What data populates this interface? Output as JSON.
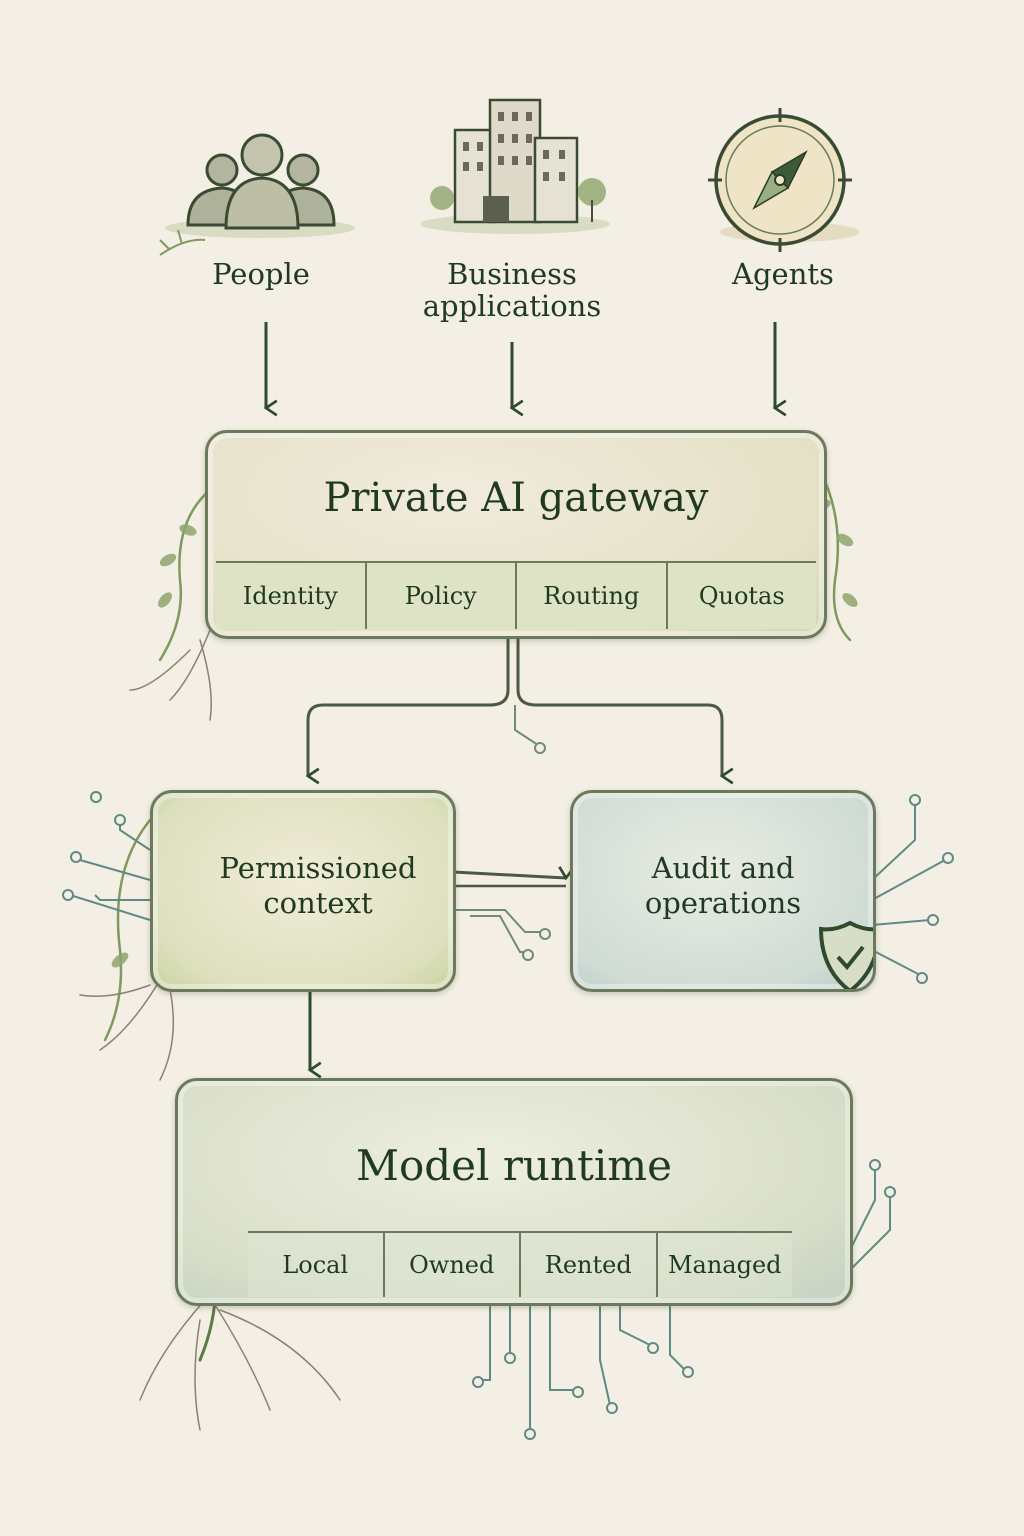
{
  "sources": [
    {
      "name": "people",
      "label": "People",
      "icon": "people-icon"
    },
    {
      "name": "business-applications",
      "label": "Business applications",
      "icon": "building-icon"
    },
    {
      "name": "agents",
      "label": "Agents",
      "icon": "compass-icon"
    }
  ],
  "gateway": {
    "title": "Private AI gateway",
    "segments": [
      "Identity",
      "Policy",
      "Routing",
      "Quotas"
    ]
  },
  "context": {
    "title": "Permissioned context"
  },
  "audit": {
    "title": "Audit and operations",
    "icon": "shield-check-icon"
  },
  "runtime": {
    "title": "Model runtime",
    "segments": [
      "Local",
      "Owned",
      "Rented",
      "Managed"
    ]
  },
  "colors": {
    "background": "#f3efe4",
    "ink": "#1f3a20",
    "border": "#6b7a5c",
    "leaf": "#7e9a5e",
    "circuit": "#5f8a86",
    "root": "#8a8271"
  }
}
